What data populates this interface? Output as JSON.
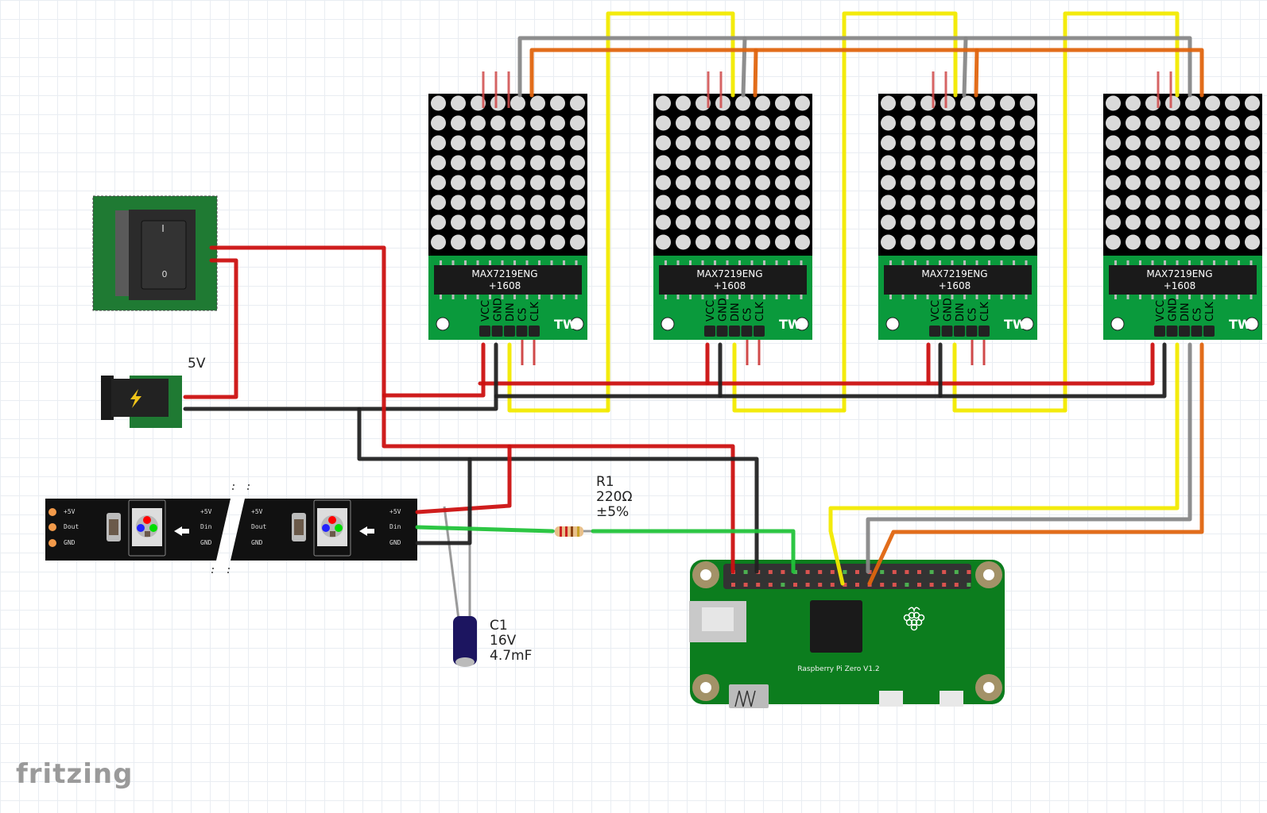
{
  "app": {
    "logo_text": "fritzing"
  },
  "components": {
    "matrices": [
      {
        "id": "matrix-1",
        "chip_line1": "MAX7219ENG",
        "chip_line2": "+1608",
        "brand": "TW",
        "pins": [
          "VCC",
          "GND",
          "DIN",
          "CS",
          "CLK"
        ]
      },
      {
        "id": "matrix-2",
        "chip_line1": "MAX7219ENG",
        "chip_line2": "+1608",
        "brand": "TW",
        "pins": [
          "VCC",
          "GND",
          "DIN",
          "CS",
          "CLK"
        ]
      },
      {
        "id": "matrix-3",
        "chip_line1": "MAX7219ENG",
        "chip_line2": "+1608",
        "brand": "TW",
        "pins": [
          "VCC",
          "GND",
          "DIN",
          "CS",
          "CLK"
        ]
      },
      {
        "id": "matrix-4",
        "chip_line1": "MAX7219ENG",
        "chip_line2": "+1608",
        "brand": "TW",
        "pins": [
          "VCC",
          "GND",
          "DIN",
          "CS",
          "CLK"
        ]
      }
    ],
    "matrix_grid": {
      "rows": 8,
      "cols": 8
    },
    "rocker_switch": {
      "on_label": "I",
      "off_label": "0"
    },
    "power_jack": {
      "label": "5V"
    },
    "led_strip": {
      "segment_left": {
        "pins": [
          "+5V",
          "Dout",
          "GND"
        ],
        "right_pins": [
          "+5V",
          "Din",
          "GND"
        ]
      },
      "segment_right": {
        "pins": [
          "+5V",
          "Dout",
          "GND"
        ],
        "right_pins": [
          "+5V",
          "Din",
          "GND"
        ]
      }
    },
    "resistor": {
      "name": "R1",
      "value": "220Ω",
      "tolerance": "±5%"
    },
    "capacitor": {
      "name": "C1",
      "voltage": "16V",
      "capacitance": "4.7mF"
    },
    "raspberry_pi": {
      "label": "Raspberry Pi Zero V1.2"
    }
  },
  "colors": {
    "wire_red": "#cc1111",
    "wire_black": "#222222",
    "wire_yellow": "#f2ea00",
    "wire_gray": "#888888",
    "wire_orange": "#e0650f",
    "wire_green": "#22c33a",
    "pcb_green": "#0a9a3c",
    "pi_green": "#0c7d1e"
  }
}
